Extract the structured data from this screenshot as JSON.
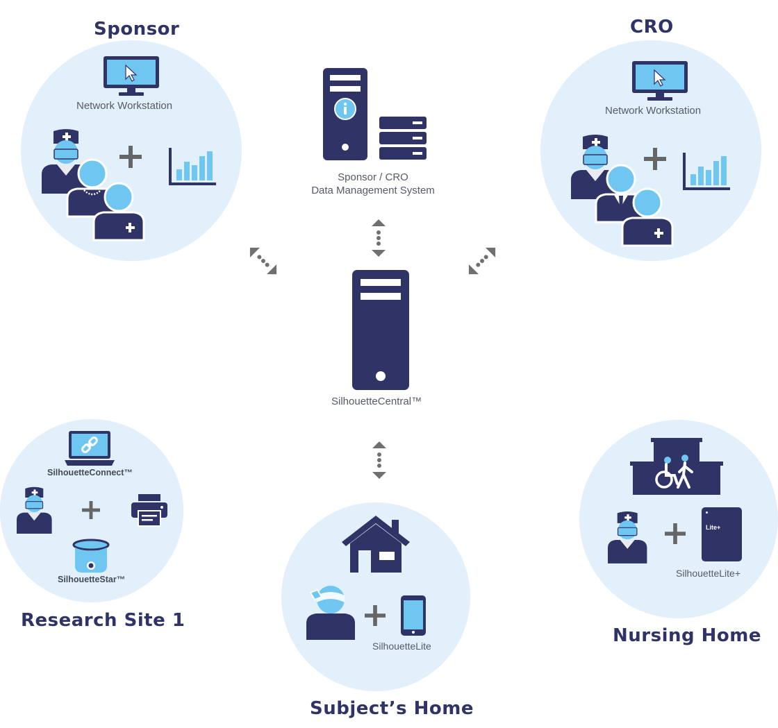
{
  "colors": {
    "navy": "#2f3366",
    "light_blue": "#6ec6f1",
    "circle_bg": "#e1f0fb",
    "plus_gray": "#666666",
    "arrow_gray": "#707070"
  },
  "sponsor": {
    "title": "Sponsor",
    "workstation_label": "Network Workstation",
    "icons": [
      "monitor-icon",
      "doctor-icon",
      "person-icon",
      "nurse-icon",
      "bar-chart-icon",
      "plus-icon"
    ]
  },
  "cro": {
    "title": "CRO",
    "workstation_label": "Network Workstation",
    "icons": [
      "monitor-icon",
      "doctor-icon",
      "businessman-icon",
      "nurse-icon",
      "bar-chart-icon",
      "plus-icon"
    ]
  },
  "dms": {
    "label_line1": "Sponsor / CRO",
    "label_line2": "Data Management System",
    "icons": [
      "server-tower-icon",
      "info-icon",
      "server-rack-icon"
    ]
  },
  "central": {
    "label": "SilhouetteCentral™",
    "icons": [
      "server-tower-icon"
    ]
  },
  "research_site": {
    "title": "Research Site 1",
    "connect_label": "SilhouetteConnect™",
    "star_label": "SilhouetteStar™",
    "icons": [
      "laptop-link-icon",
      "doctor-icon",
      "printer-icon",
      "camera-device-icon",
      "plus-icon"
    ]
  },
  "subject_home": {
    "title": "Subject’s Home",
    "device_label": "SilhouetteLite",
    "icons": [
      "house-icon",
      "bandaged-patient-icon",
      "smartphone-icon",
      "plus-icon"
    ]
  },
  "nursing_home": {
    "title": "Nursing Home",
    "device_label": "SilhouetteLite+",
    "device_screen_text": "Lite+",
    "icons": [
      "building-icon",
      "wheelchair-icon",
      "walking-person-icon",
      "doctor-icon",
      "tablet-icon",
      "plus-icon"
    ]
  },
  "connectors": [
    "sponsor-to-central",
    "dms-to-central",
    "cro-to-central",
    "central-to-subject-home"
  ]
}
